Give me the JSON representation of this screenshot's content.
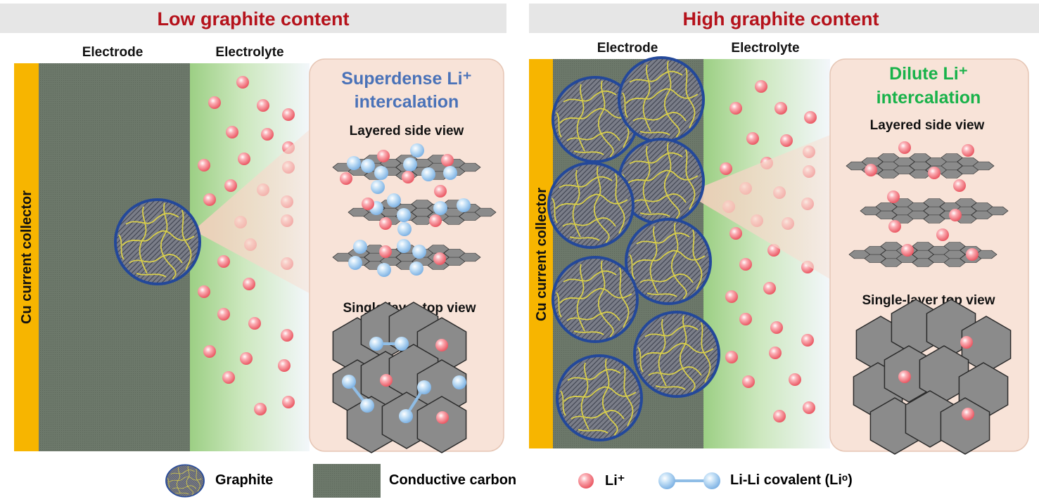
{
  "panels": {
    "low": {
      "title": "Low graphite content",
      "electrode_label": "Electrode",
      "electrolyte_label": "Electrolyte",
      "collector_label": "Cu current collector",
      "mode_line1": "Superdense Li⁺",
      "mode_line2": "intercalation",
      "side_view_label": "Layered side view",
      "top_view_label": "Single-layer top view"
    },
    "high": {
      "title": "High graphite content",
      "electrode_label": "Electrode",
      "electrolyte_label": "Electrolyte",
      "collector_label": "Cu current collector",
      "mode_line1": "Dilute Li⁺",
      "mode_line2": "intercalation",
      "side_view_label": "Layered side view",
      "top_view_label": "Single-layer top view"
    }
  },
  "legend": {
    "graphite": "Graphite",
    "conductive_carbon": "Conductive carbon",
    "li_ion": "Li⁺",
    "li_li": "Li-Li covalent (Liᵒ)"
  },
  "colors": {
    "title_red": "#b5121b",
    "superdense_blue": "#4a72b8",
    "dilute_green": "#19b24a",
    "collector": "#f7b500",
    "conductive_carbon": "#6e7a6c",
    "graphite_border": "#23489a",
    "li_ion": "#f47a84",
    "li_atom": "#9cc8ee",
    "callout_bg": "#f8e3d8",
    "header_bg": "#e6e6e6"
  },
  "icons": [
    "graphite-particle-icon",
    "conductive-carbon-icon",
    "li-ion-icon",
    "li-li-bond-icon"
  ]
}
